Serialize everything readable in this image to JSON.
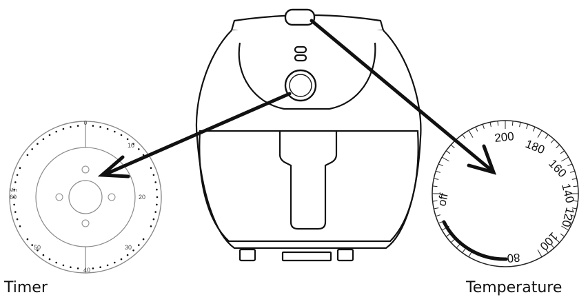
{
  "labels": {
    "timer": "Timer",
    "temperature": "Temperature"
  },
  "timer_dial": {
    "unit": "Min",
    "top_mark": "0",
    "marks": [
      "10",
      "20",
      "30",
      "40",
      "50",
      "60"
    ]
  },
  "temperature_dial": {
    "off_label": "off",
    "marks": [
      "200",
      "180",
      "160",
      "140",
      "120",
      "100",
      "80"
    ]
  },
  "colors": {
    "line": "#111111",
    "dial_gray": "#8a8a8a"
  }
}
